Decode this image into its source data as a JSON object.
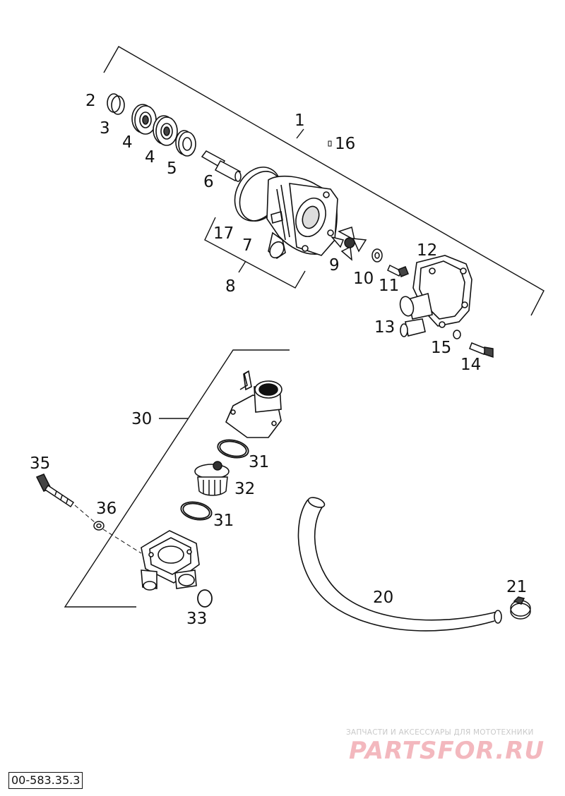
{
  "part_labels": {
    "p1": "1",
    "p2": "2",
    "p3": "3",
    "p4a": "4",
    "p4b": "4",
    "p5": "5",
    "p6": "6",
    "p7": "7",
    "p8": "8",
    "p9": "9",
    "p10": "10",
    "p11": "11",
    "p12": "12",
    "p13": "13",
    "p14": "14",
    "p15": "15",
    "p16": "16",
    "p17": "17",
    "p20": "20",
    "p21": "21",
    "p30": "30",
    "p31a": "31",
    "p31b": "31",
    "p32": "32",
    "p33": "33",
    "p35": "35",
    "p36": "36"
  },
  "watermark": {
    "tagline": "ЗАПЧАСТИ И АКСЕССУАРЫ ДЛЯ МОТОТЕХНИКИ",
    "logo": "PARTSFOR.RU"
  },
  "reference_code": "00-583.35.3",
  "colors": {
    "line": "#111111",
    "watermark_text": "#c9c9c9",
    "watermark_logo": "#f3b8be"
  }
}
